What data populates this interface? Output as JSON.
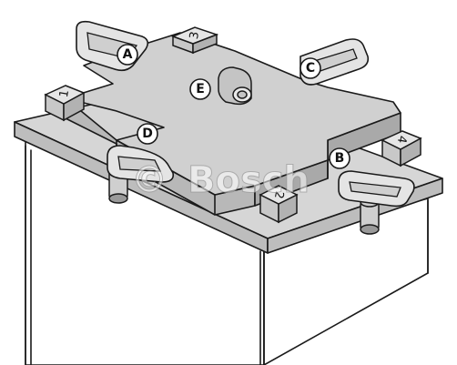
{
  "diagram": {
    "callouts": {
      "a": "A",
      "b": "B",
      "c": "C",
      "d": "D",
      "e": "E"
    },
    "plugs": {
      "p1": "1",
      "p2": "2",
      "p3": "3",
      "p4": "4"
    },
    "watermark": {
      "symbol": "©",
      "text": "Bosch"
    },
    "colors": {
      "line": "#1a1a1a",
      "background": "#ffffff"
    }
  }
}
